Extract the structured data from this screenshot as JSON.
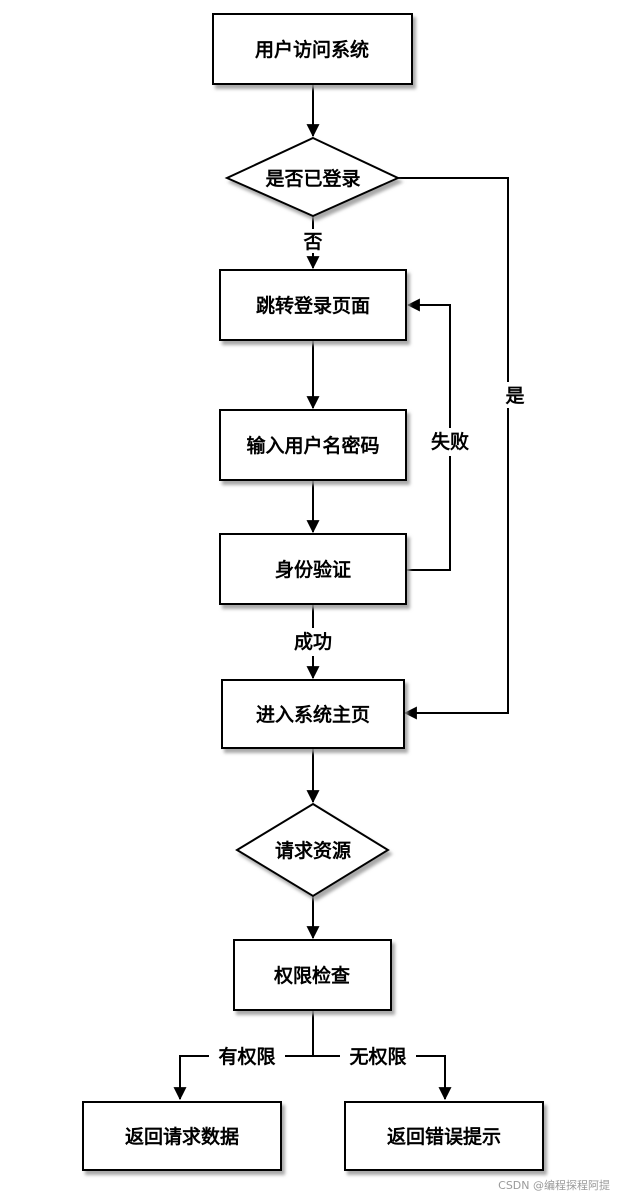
{
  "nodes": {
    "user_access": "用户访问系统",
    "is_logged_in": "是否已登录",
    "redirect_login": "跳转登录页面",
    "enter_credentials": "输入用户名密码",
    "authenticate": "身份验证",
    "enter_home": "进入系统主页",
    "request_resource": "请求资源",
    "permission_check": "权限检查",
    "return_data": "返回请求数据",
    "return_error": "返回错误提示"
  },
  "edges": {
    "no": "否",
    "yes": "是",
    "fail": "失败",
    "success": "成功",
    "has_permission": "有权限",
    "no_permission": "无权限"
  },
  "colors": {
    "stroke": "#000000",
    "fill": "#ffffff",
    "shadow": "#9a9a9a",
    "watermark": "#9a9a9a"
  },
  "watermark": "CSDN @编程探程阿提"
}
